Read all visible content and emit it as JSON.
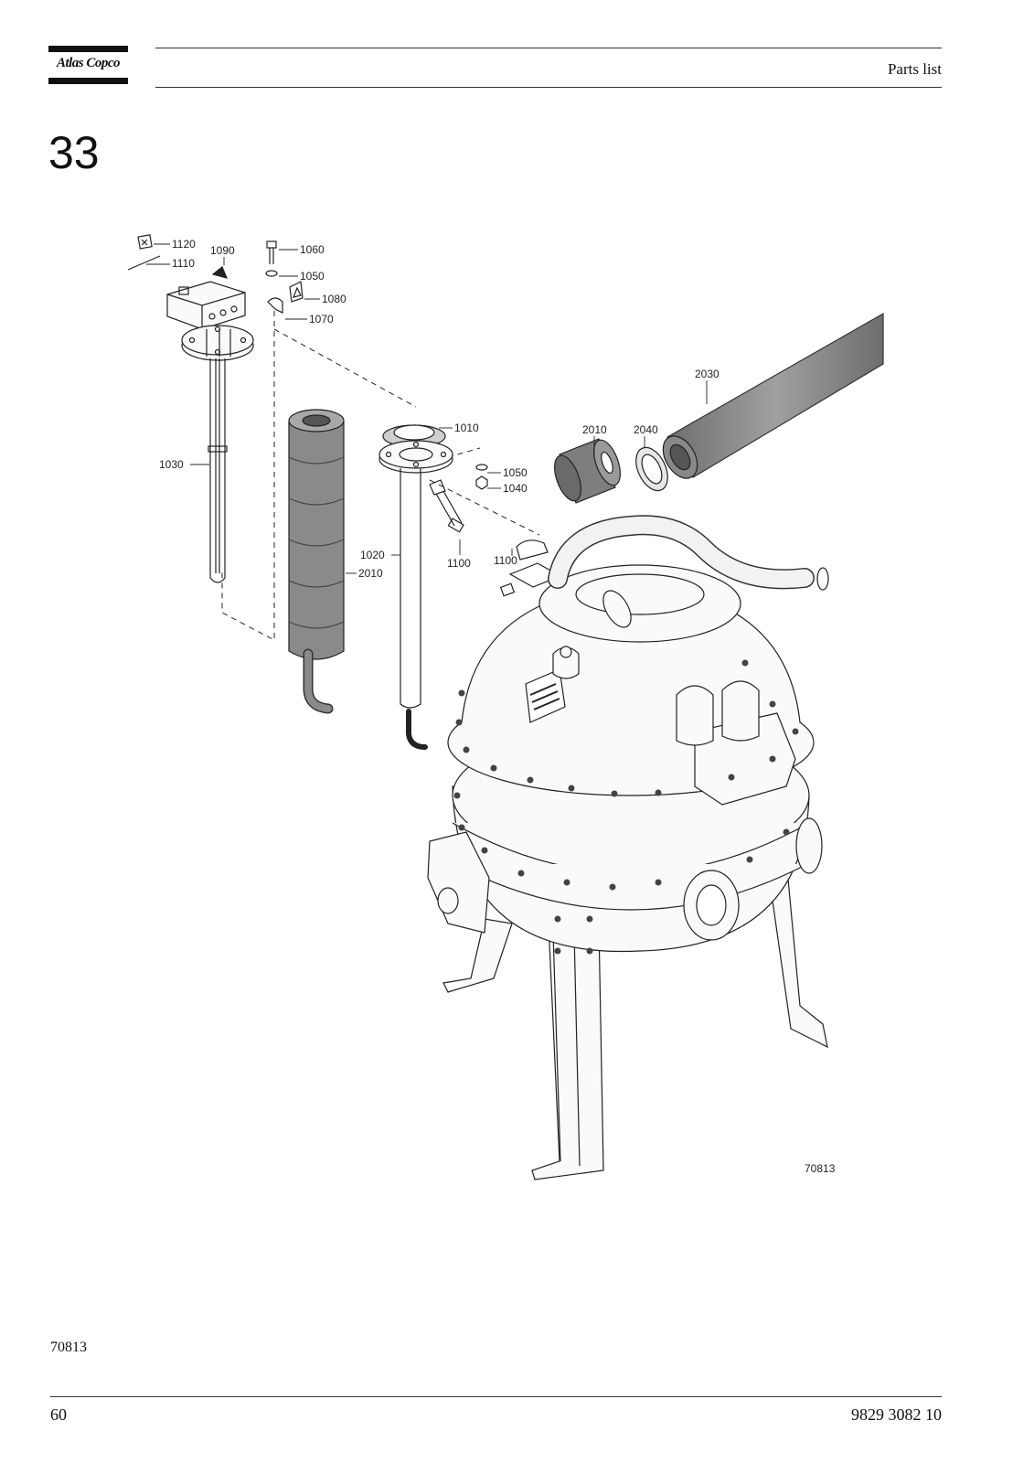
{
  "header": {
    "logo_text": "Atlas Copco",
    "title": "Parts list"
  },
  "section_number": "33",
  "drawing": {
    "id_label": "70813",
    "callouts": [
      "1120",
      "1110",
      "1090",
      "1060",
      "1050",
      "1080",
      "1070",
      "1030",
      "1010",
      "1050",
      "1040",
      "1020",
      "2010",
      "1100",
      "1100",
      "2010",
      "2040",
      "2030"
    ]
  },
  "figure_ref": "70813",
  "footer": {
    "page_number": "60",
    "doc_number": "9829 3082 10"
  }
}
